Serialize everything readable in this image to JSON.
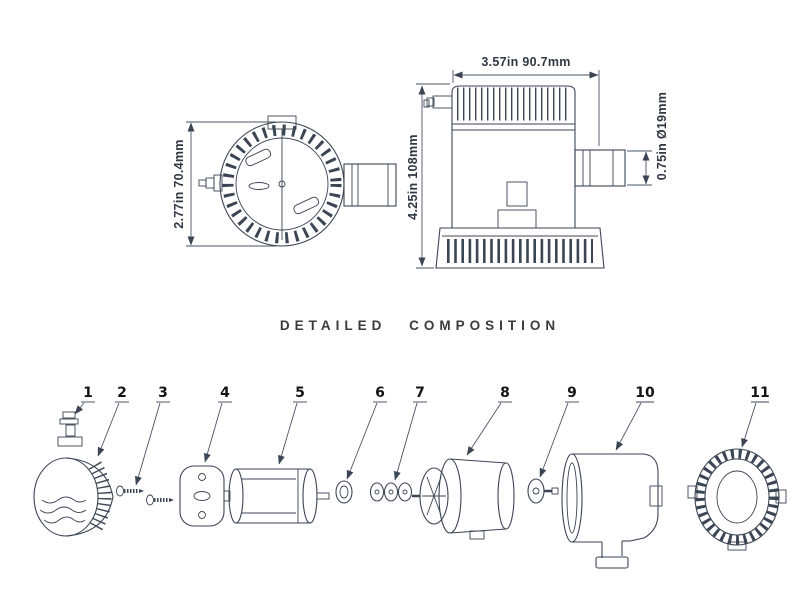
{
  "heading": "DETAILED COMPOSITION",
  "views": {
    "top_view": {
      "dimension": "2.77in 70.4mm"
    },
    "side_view": {
      "width_dimension": "3.57in  90.7mm",
      "height_dimension": "4.25in  108mm",
      "outlet_dimension": "0.75in  Ø19mm"
    }
  },
  "parts": [
    "1",
    "2",
    "3",
    "4",
    "5",
    "6",
    "7",
    "8",
    "9",
    "10",
    "11"
  ]
}
